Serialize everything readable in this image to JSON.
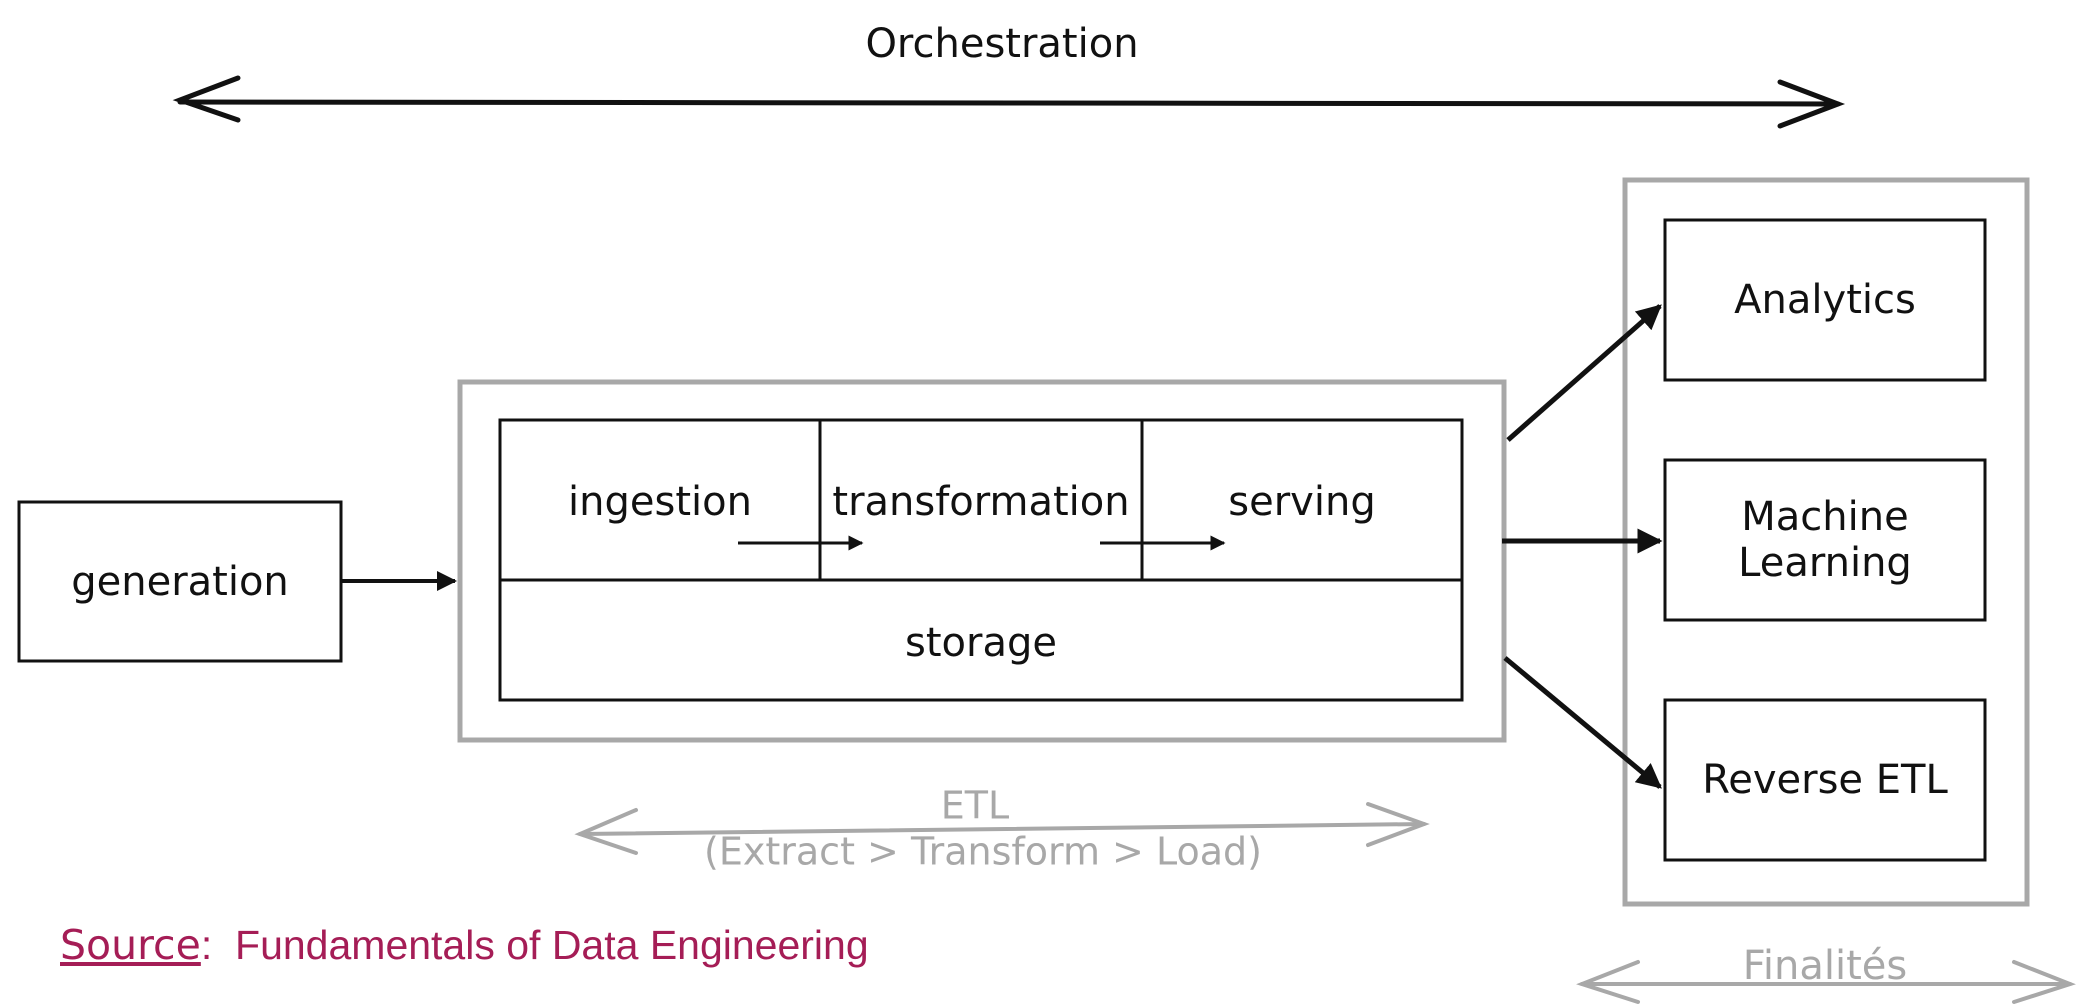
{
  "orchestration": {
    "label": "Orchestration"
  },
  "nodes": {
    "generation": "generation",
    "ingestion": "ingestion",
    "transformation": "transformation",
    "serving": "serving",
    "storage": "storage"
  },
  "etl": {
    "title": "ETL",
    "subtitle": "(Extract > Transform > Load)"
  },
  "finalites": {
    "label": "Finalités",
    "items": {
      "analytics": "Analytics",
      "machine_learning": "Machine Learning",
      "reverse_etl": "Reverse ETL"
    }
  },
  "source": {
    "key": "Source",
    "separator": ":",
    "value": "Fundamentals of Data Engineering"
  },
  "colors": {
    "ink": "#111111",
    "grey": "#a8a8a8",
    "source": "#a51d56"
  }
}
